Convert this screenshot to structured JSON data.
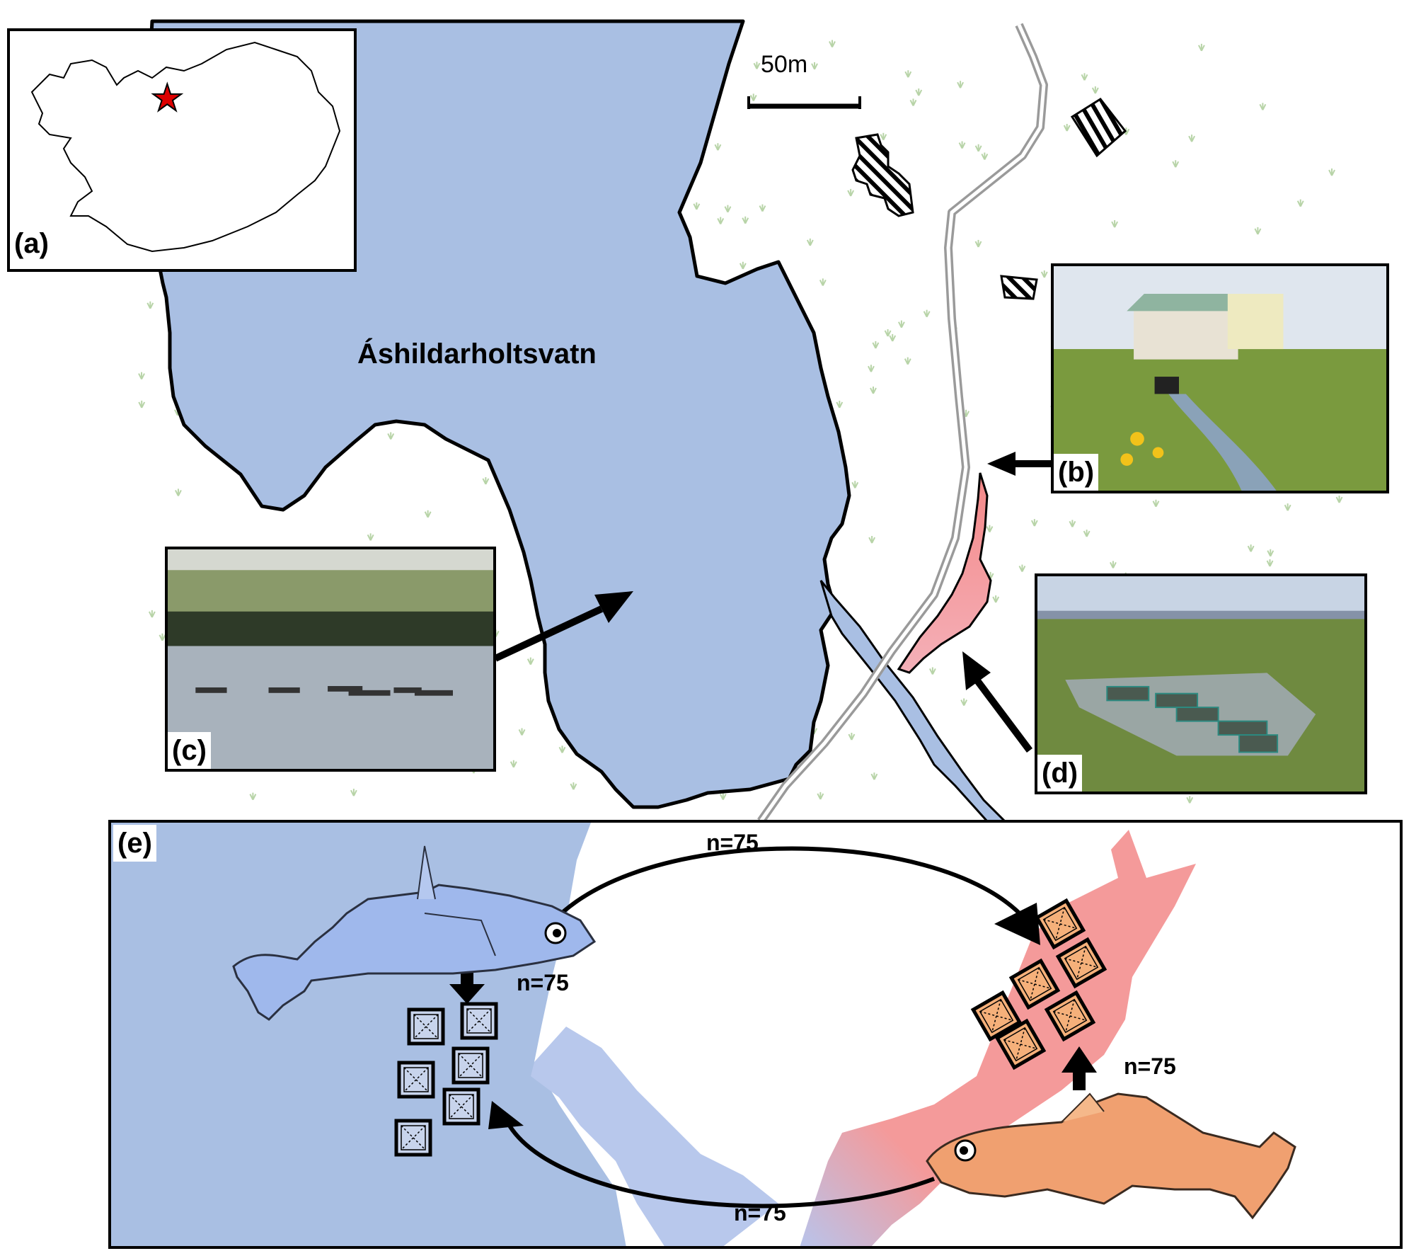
{
  "map": {
    "lake_name": "Áshildarholtsvatn",
    "scale_bar_label": "50m",
    "colors": {
      "lake": "#a9bfe3",
      "warm_stream": "#f4a0a0",
      "land_tufts": "#b8d4a8",
      "outline": "#000000",
      "lake_fish": "#9fb8ec",
      "stream_fish": "#f0a070",
      "cage_lake": "#c8d4ec",
      "cage_stream": "#f5b07a"
    },
    "inset_star": "red-star-icon"
  },
  "panels": {
    "a": {
      "label": "(a)"
    },
    "b": {
      "label": "(b)"
    },
    "c": {
      "label": "(c)"
    },
    "d": {
      "label": "(d)"
    },
    "e": {
      "label": "(e)"
    }
  },
  "transplant": {
    "lake_to_stream": "n=75",
    "lake_to_lake": "n=75",
    "stream_to_stream": "n=75",
    "stream_to_lake": "n=75"
  }
}
